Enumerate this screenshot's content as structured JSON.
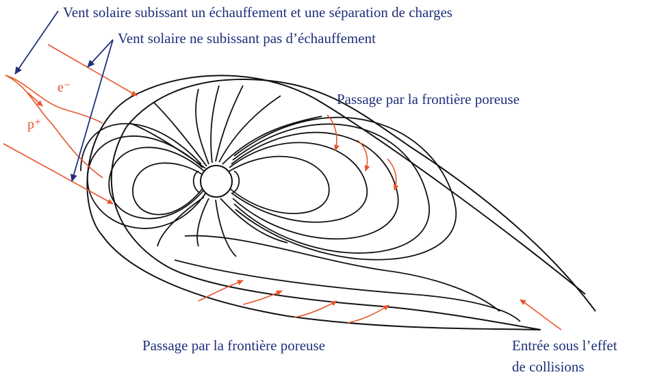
{
  "labels": {
    "heated_wind": "Vent solaire subissant un échauffement et une séparation de charges",
    "unheated_wind": "Vent solaire ne subissant pas d’échauffement",
    "porous_top": "Passage par la frontière poreuse",
    "porous_bottom": "Passage par la frontière poreuse",
    "collisions_line1": "Entrée sous l’effet",
    "collisions_line2": "de collisions",
    "electron": "e⁻",
    "proton": "p⁺"
  },
  "colors": {
    "label_text": "#1f2f7a",
    "pointer_arrow": "#1f2f7a",
    "particle_arrow": "#e8552a",
    "field_line": "#111111"
  }
}
